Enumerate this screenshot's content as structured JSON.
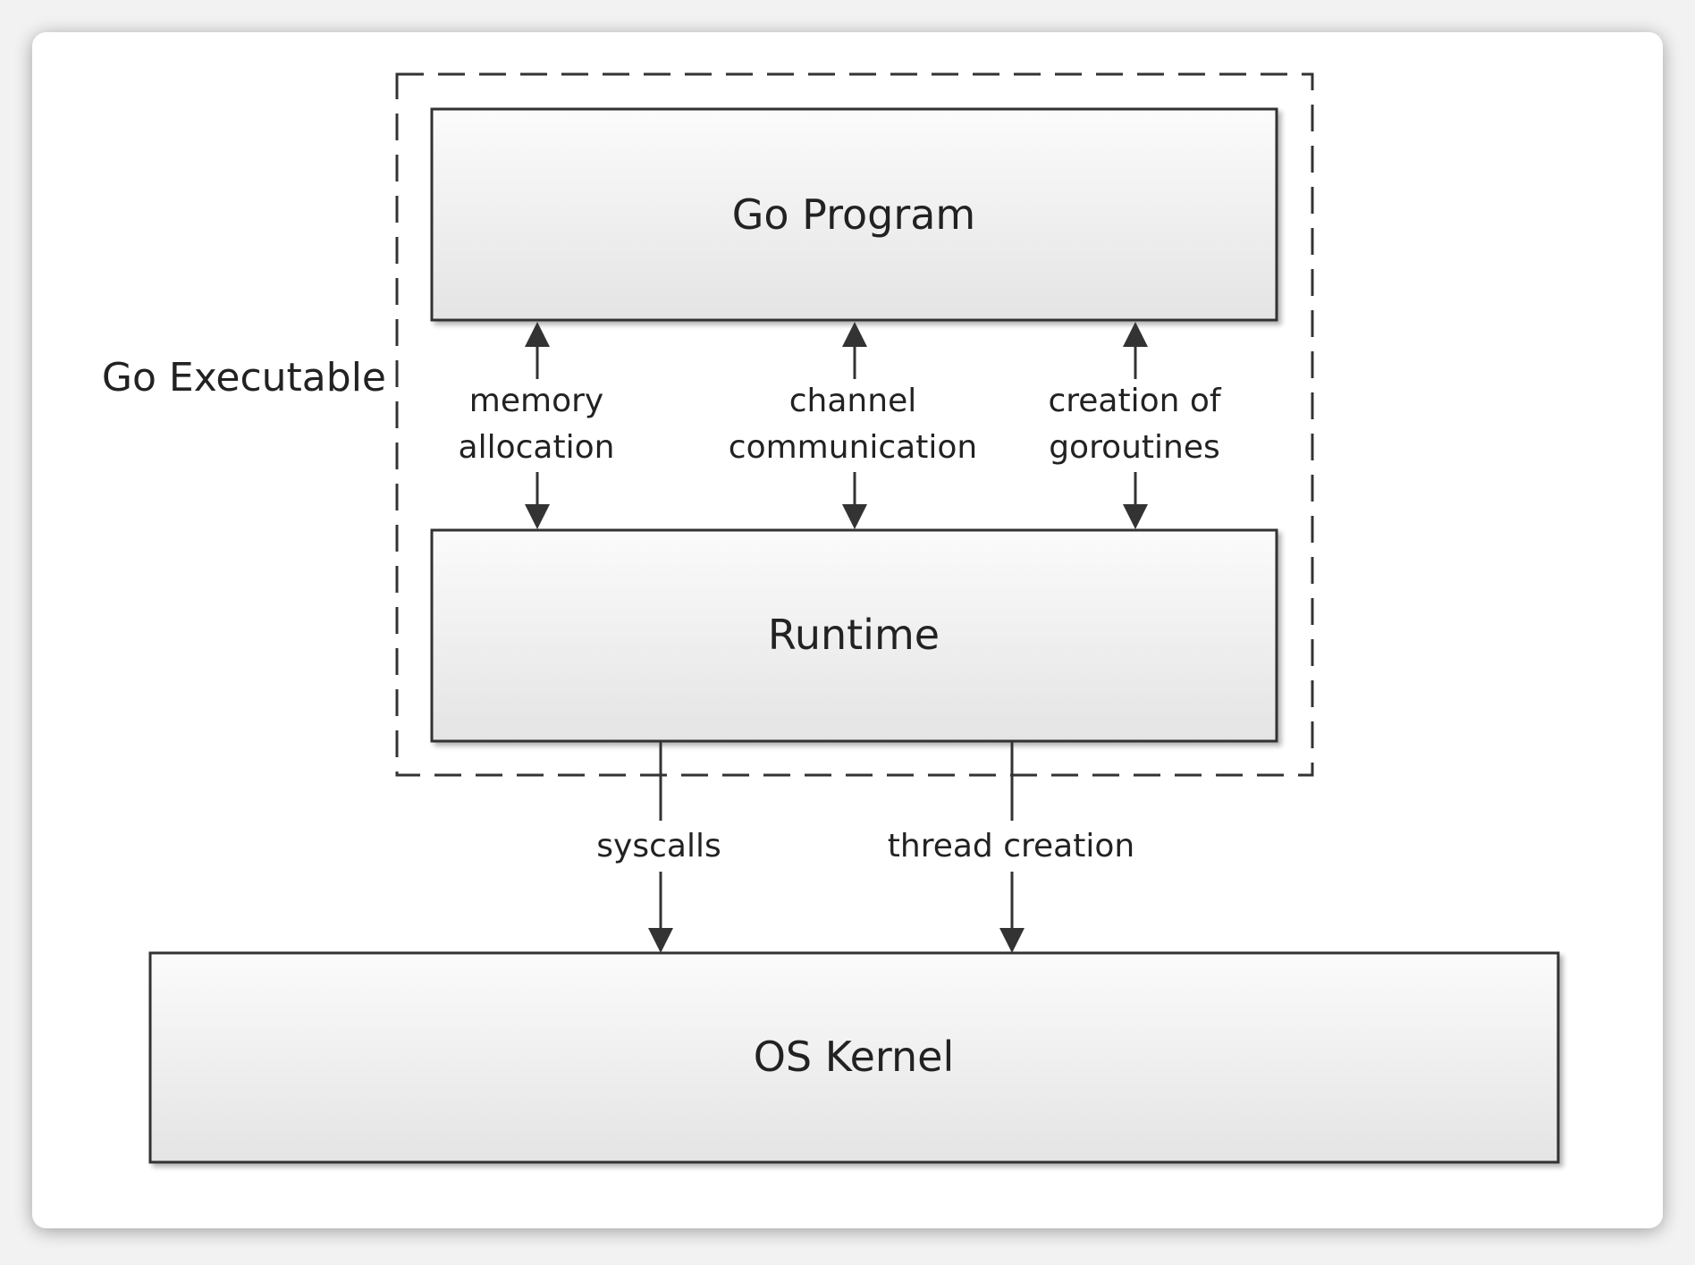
{
  "diagram": {
    "group": {
      "label": "Go Executable"
    },
    "nodes": {
      "program": {
        "label": "Go Program"
      },
      "runtime": {
        "label": "Runtime"
      },
      "kernel": {
        "label": "OS Kernel"
      }
    },
    "edges": {
      "memory": {
        "line1": "memory",
        "line2": "allocation"
      },
      "channel": {
        "line1": "channel",
        "line2": "communication"
      },
      "goroutines": {
        "line1": "creation of",
        "line2": "goroutines"
      },
      "syscalls": {
        "label": "syscalls"
      },
      "threads": {
        "label": "thread creation"
      }
    }
  }
}
